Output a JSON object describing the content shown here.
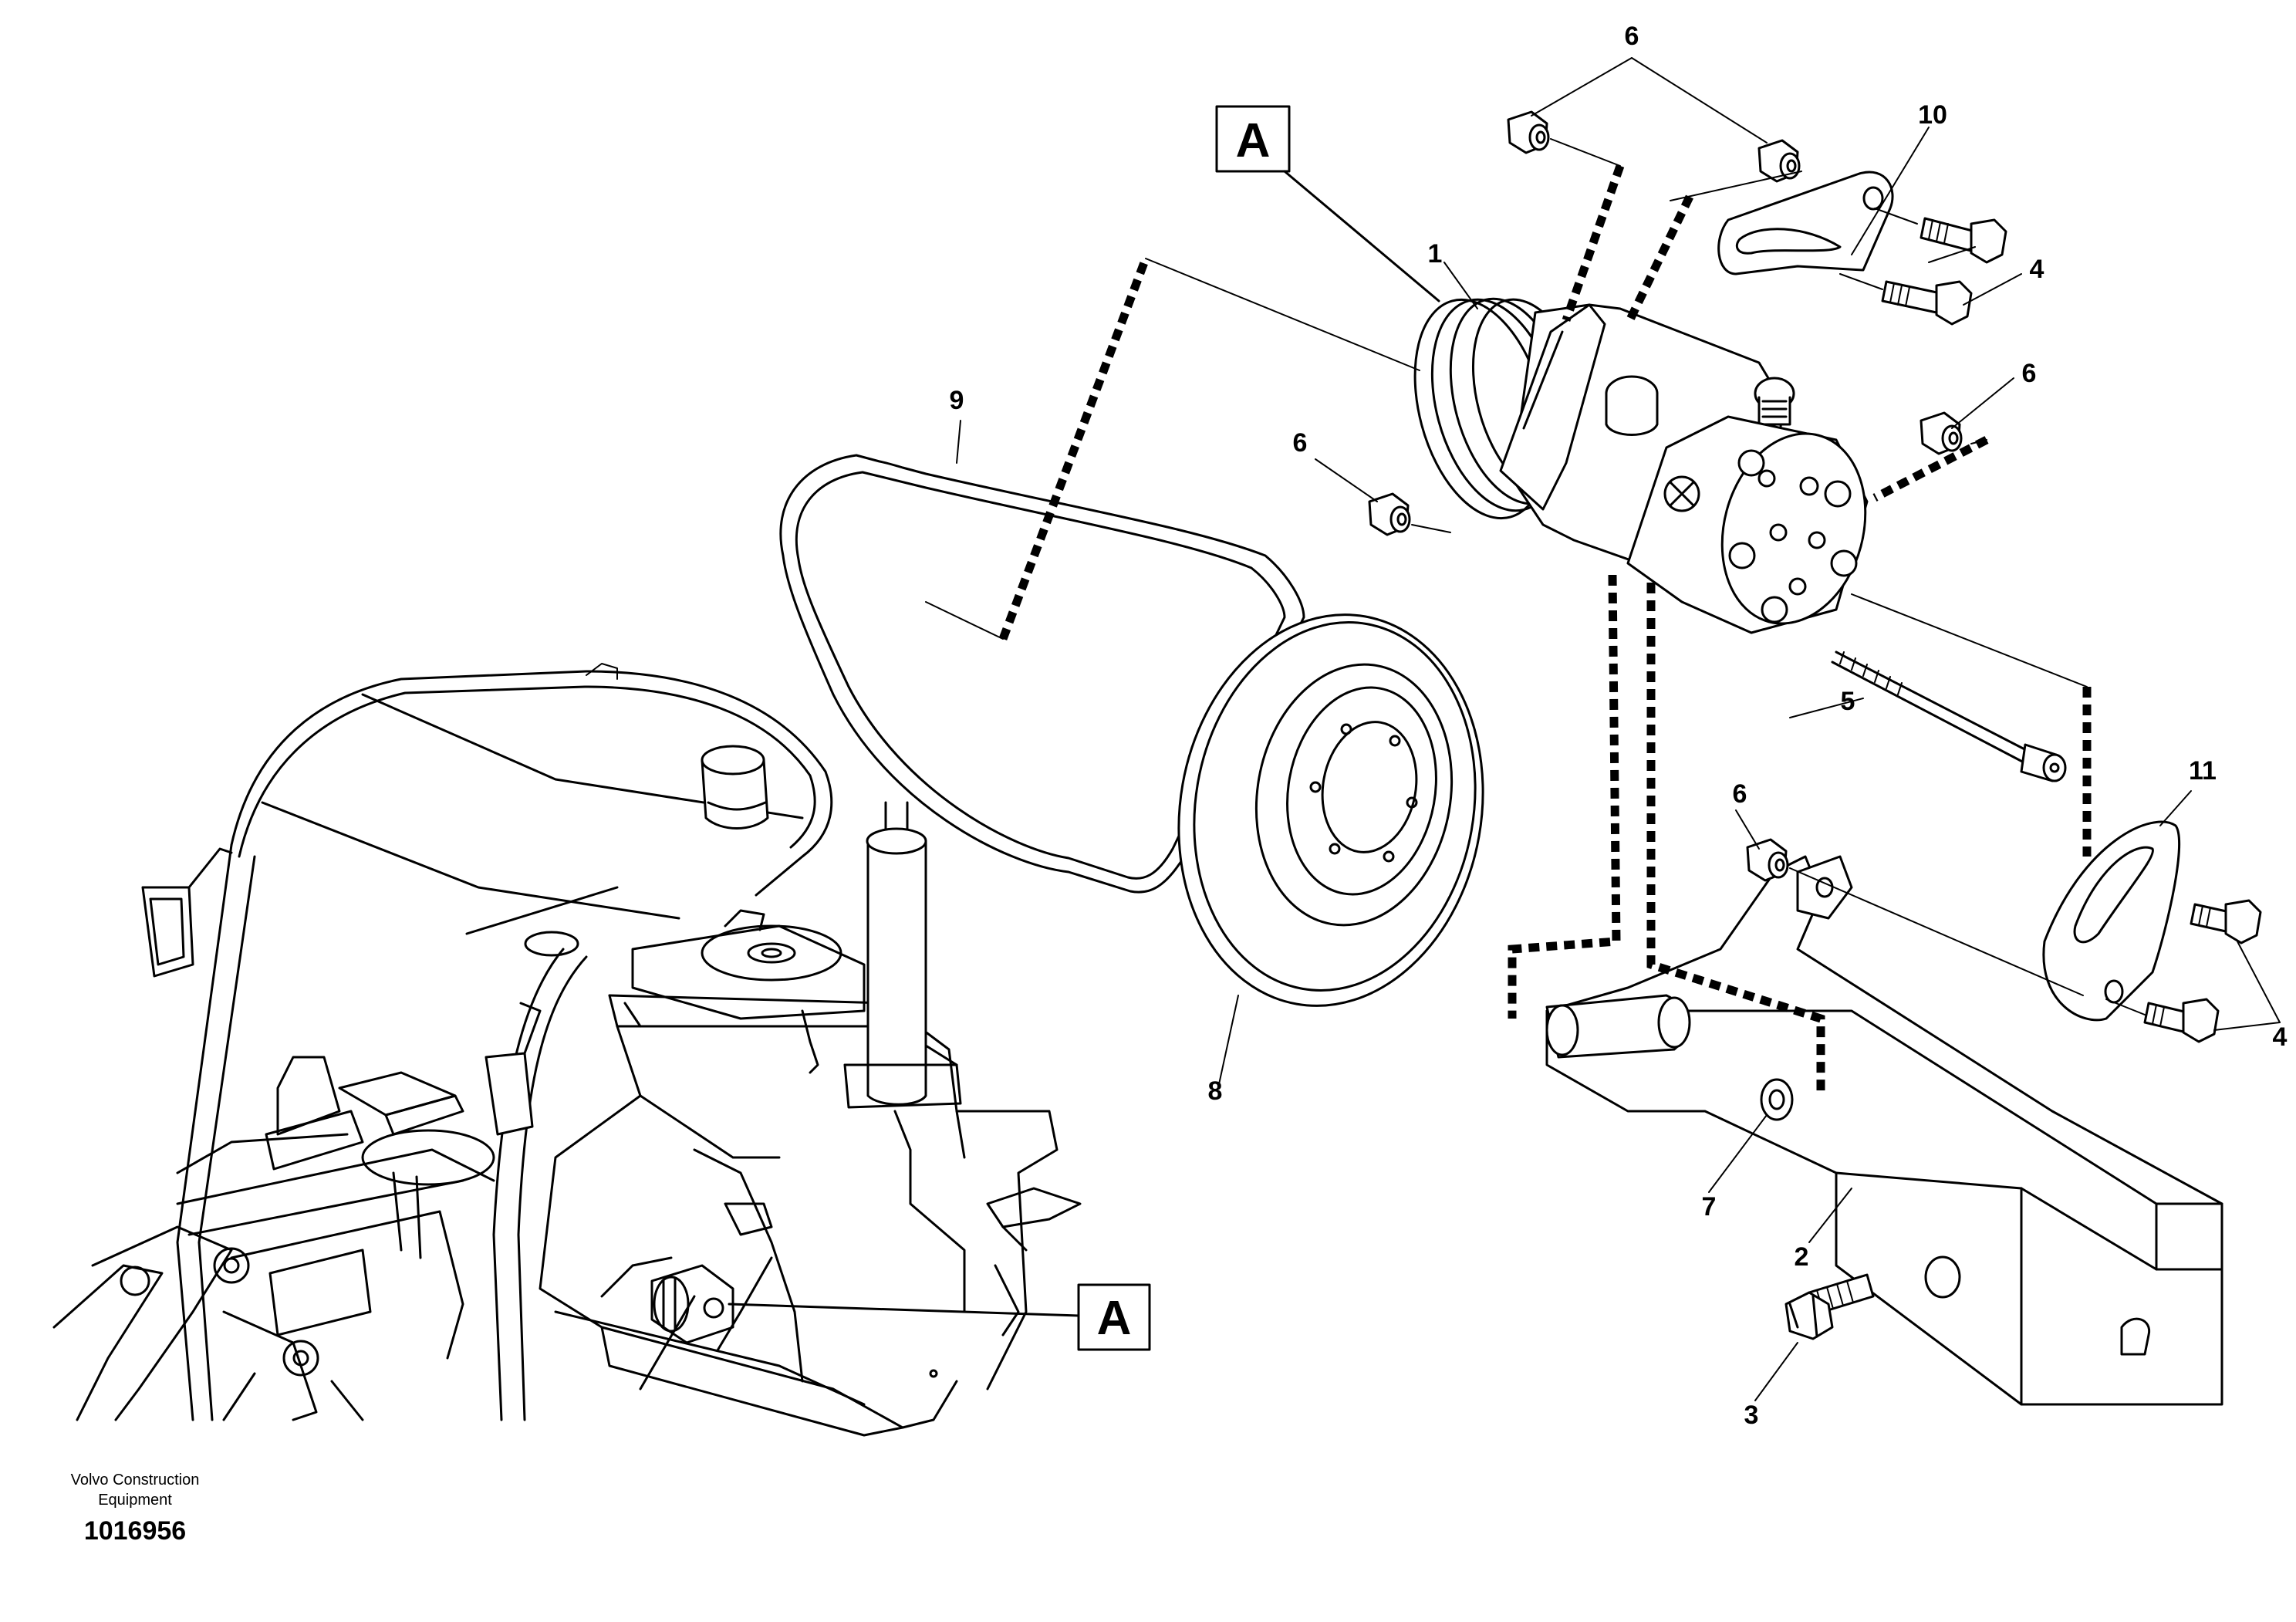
{
  "footer": {
    "brand_line1": "Volvo Construction",
    "brand_line2": "Equipment",
    "document_number": "1016956"
  },
  "detail_markers": {
    "top": "A",
    "bottom": "A"
  },
  "callouts": {
    "c1": "1",
    "c2": "2",
    "c3": "3",
    "c4a": "4",
    "c4b": "4",
    "c5": "5",
    "c6a": "6",
    "c6b": "6",
    "c6c": "6",
    "c6d": "6",
    "c7": "7",
    "c8": "8",
    "c9": "9",
    "c10": "10",
    "c11": "11"
  }
}
